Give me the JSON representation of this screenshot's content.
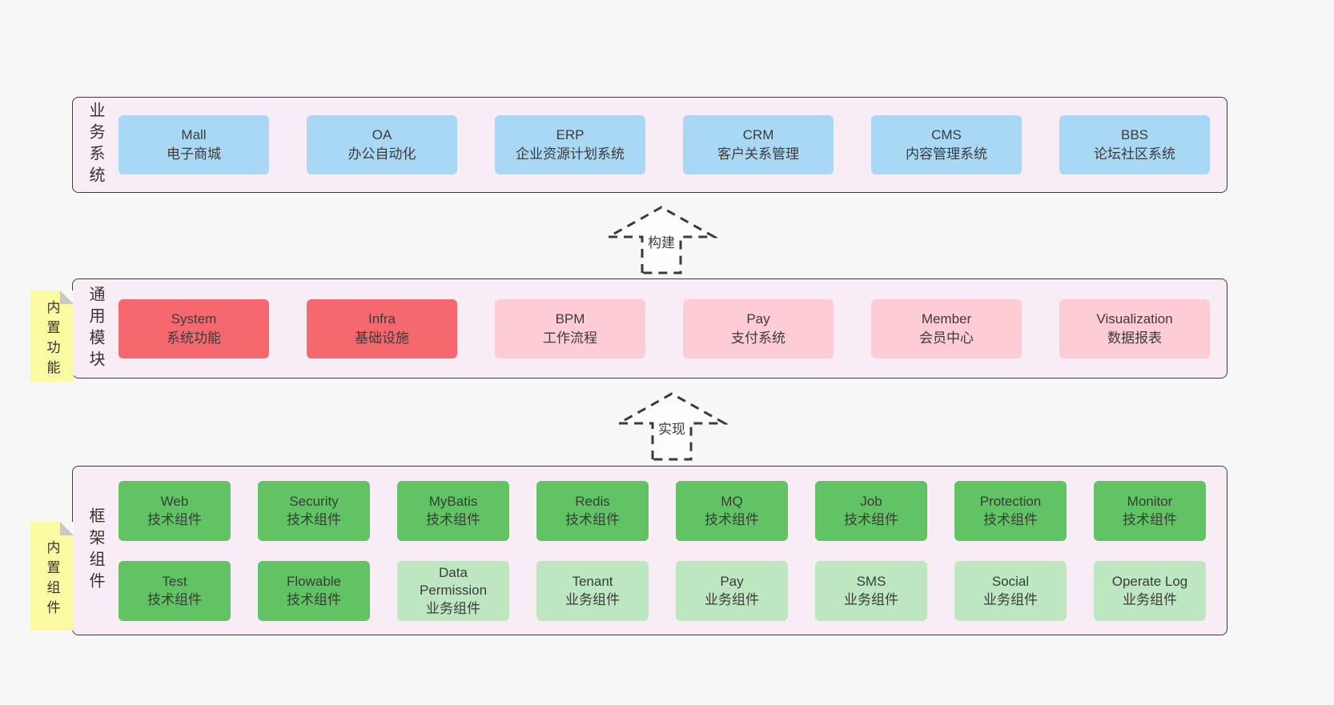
{
  "colors": {
    "page_bg": "#f7f7f7",
    "layer_bg": "#f8edf5",
    "layer_border": "#3c3c3c",
    "business_box": "#a9d8f4",
    "core_module_box": "#f5696e",
    "extra_module_box": "#fdccd4",
    "tech_component_box": "#61c364",
    "biz_component_box": "#bde7c1",
    "note_bg": "#fafaa2",
    "note_fold": "#c8c8c8",
    "text": "#3b3b3b"
  },
  "arrows": [
    {
      "label": "构建"
    },
    {
      "label": "实现"
    }
  ],
  "layers": [
    {
      "label": "业务系统",
      "boxes": [
        {
          "name": "Mall",
          "desc": "电子商城"
        },
        {
          "name": "OA",
          "desc": "办公自动化"
        },
        {
          "name": "ERP",
          "desc": "企业资源计划系统"
        },
        {
          "name": "CRM",
          "desc": "客户关系管理"
        },
        {
          "name": "CMS",
          "desc": "内容管理系统"
        },
        {
          "name": "BBS",
          "desc": "论坛社区系统"
        }
      ]
    },
    {
      "label": "通用模块",
      "note": "内置功能",
      "boxes": [
        {
          "name": "System",
          "desc": "系统功能"
        },
        {
          "name": "Infra",
          "desc": "基础设施"
        },
        {
          "name": "BPM",
          "desc": "工作流程"
        },
        {
          "name": "Pay",
          "desc": "支付系统"
        },
        {
          "name": "Member",
          "desc": "会员中心"
        },
        {
          "name": "Visualization",
          "desc": "数据报表"
        }
      ]
    },
    {
      "label": "框架组件",
      "note": "内置组件",
      "row1": [
        {
          "name": "Web",
          "desc": "技术组件"
        },
        {
          "name": "Security",
          "desc": "技术组件"
        },
        {
          "name": "MyBatis",
          "desc": "技术组件"
        },
        {
          "name": "Redis",
          "desc": "技术组件"
        },
        {
          "name": "MQ",
          "desc": "技术组件"
        },
        {
          "name": "Job",
          "desc": "技术组件"
        },
        {
          "name": "Protection",
          "desc": "技术组件"
        },
        {
          "name": "Monitor",
          "desc": "技术组件"
        }
      ],
      "row2": [
        {
          "name": "Test",
          "desc": "技术组件"
        },
        {
          "name": "Flowable",
          "desc": "技术组件"
        },
        {
          "name": "Data Permission",
          "desc": "业务组件"
        },
        {
          "name": "Tenant",
          "desc": "业务组件"
        },
        {
          "name": "Pay",
          "desc": "业务组件"
        },
        {
          "name": "SMS",
          "desc": "业务组件"
        },
        {
          "name": "Social",
          "desc": "业务组件"
        },
        {
          "name": "Operate Log",
          "desc": "业务组件"
        }
      ]
    }
  ]
}
